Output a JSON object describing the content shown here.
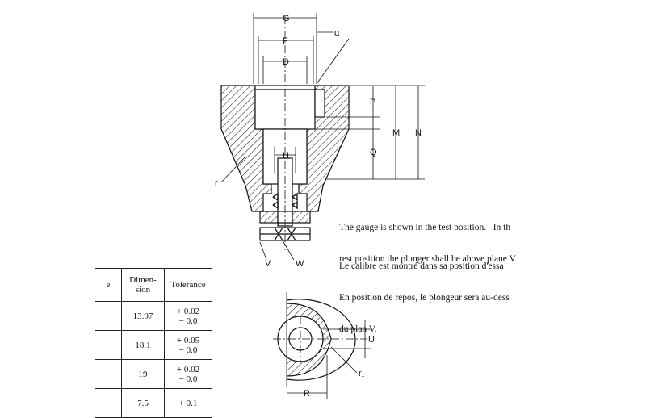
{
  "drawing": {
    "labels": {
      "G": "G",
      "F": "F",
      "D": "D",
      "alpha": "α",
      "P": "P",
      "M": "M",
      "N": "N",
      "Q": "Q",
      "H": "H",
      "r": "r",
      "V": "V",
      "W": "W",
      "U": "U",
      "R": "R",
      "r1": "r₁"
    }
  },
  "notes": {
    "en_line1": "The gauge is shown in the test position.   In th",
    "en_line2": "rest position the plunger shall be above plane V",
    "fr_line1": "Le calibre est montré dans sa position d'essa",
    "fr_line2": "En position de repos, le plongeur sera au-dess",
    "fr_line3": "du plan V."
  },
  "table": {
    "headers": [
      "e",
      "Dimen-\nsion",
      "Tolerance"
    ],
    "rows": [
      {
        "dimension": "13.97",
        "tolerance": "+ 0.02\n− 0.0"
      },
      {
        "dimension": "18.1",
        "tolerance": "+ 0.05\n− 0.0"
      },
      {
        "dimension": "19",
        "tolerance": "+ 0.02\n− 0.0"
      },
      {
        "dimension": "7.5",
        "tolerance": "+ 0.1"
      }
    ]
  },
  "colors": {
    "ink": "#111111",
    "background": "#ffffff"
  }
}
